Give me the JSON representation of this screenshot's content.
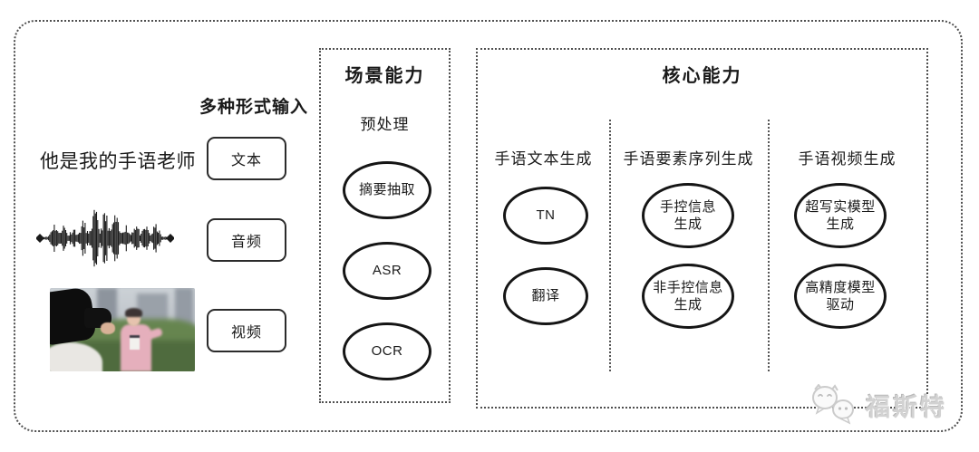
{
  "input_section": {
    "title": "多种形式输入",
    "text_sample": "他是我的手语老师",
    "types": [
      {
        "label": "文本"
      },
      {
        "label": "音频"
      },
      {
        "label": "视频"
      }
    ]
  },
  "scene_box": {
    "title": "场景能力",
    "subtitle": "预处理",
    "nodes": [
      "摘要抽取",
      "ASR",
      "OCR"
    ]
  },
  "core_box": {
    "title": "核心能力",
    "columns": [
      {
        "header": "手语文本生成",
        "nodes": [
          "TN",
          "翻译"
        ]
      },
      {
        "header": "手语要素序列生成",
        "nodes": [
          "手控信息\n生成",
          "非手控信息\n生成"
        ]
      },
      {
        "header": "手语视频生成",
        "nodes": [
          "超写实模型\n生成",
          "高精度模型\n驱动"
        ]
      }
    ]
  },
  "watermark": {
    "text": "福斯特"
  },
  "colors": {
    "ink": "#1a1a1a",
    "box_border": "#2b2b2b",
    "dotted_border": "#4f4f4f",
    "ellipse_border": "#151515",
    "watermark_gray": "#d2d2d2"
  }
}
